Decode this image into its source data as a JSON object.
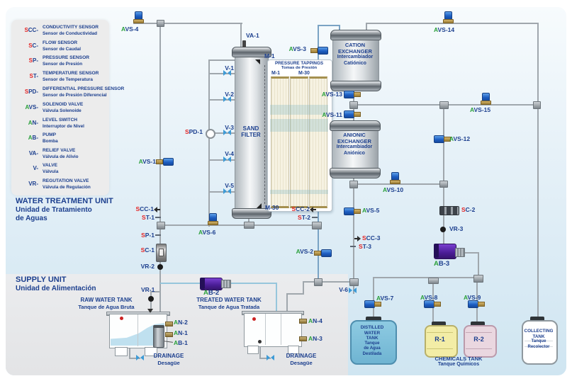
{
  "colors": {
    "navy": "#1c3f8e",
    "red": "#e32526",
    "green": "#2ba03c",
    "pipe_gray": "#a0a7ad",
    "pipe_blue": "#7aa3c4",
    "pipe_lightblue": "#96c6dc",
    "valve_blue": "#1d5ec2",
    "brass": "#9c7d33",
    "pump_purple": "#4a1d96",
    "panel_blue": "#cfe5f1",
    "panel_gray": "#ebecee",
    "water": "#bfe0ef",
    "tank_distilled": "#7ec2dd",
    "tank_r1": "#f3eda6",
    "tank_r2": "#ead7e0"
  },
  "sections": {
    "water_treatment": {
      "line1": "WATER TREATMENT UNIT",
      "line2": "Unidad de Tratamiento",
      "line3": "de Aguas"
    },
    "supply": {
      "line1": "SUPPLY UNIT",
      "line2": "Unidad de Alimentación"
    }
  },
  "legend": {
    "items": [
      {
        "key": "SCC-",
        "name": "CONDUCTIVITY SENSOR",
        "sub": "Sensor de Conductividad"
      },
      {
        "key": "SC-",
        "name": "FLOW SENSOR",
        "sub": "Sensor de Caudal"
      },
      {
        "key": "SP-",
        "name": "PRESSURE SENSOR",
        "sub": "Sensor de Presión"
      },
      {
        "key": "ST-",
        "name": "TEMPERATURE SENSOR",
        "sub": "Sensor de Temperatura"
      },
      {
        "key": "SPD-",
        "name": "DIFFERENTIAL PRESSURE SENSOR",
        "sub": "Sensor de Presión Diferencial"
      },
      {
        "key": "AVS-",
        "name": "SOLENOID VALVE",
        "sub": "Válvula Solenoide"
      },
      {
        "key": "AN-",
        "name": "LEVEL SWITCH",
        "sub": "Interruptor de Nivel"
      },
      {
        "key": "AB-",
        "name": "PUMP",
        "sub": "Bomba"
      },
      {
        "key": "VA-",
        "name": "RELIEF VALVE",
        "sub": "Válvula de Alivio"
      },
      {
        "key": "V-",
        "name": "VALVE",
        "sub": "Válvula"
      },
      {
        "key": "VR-",
        "name": "REGUTATION VALVE",
        "sub": "Válvula de Regulación"
      }
    ]
  },
  "filter": {
    "line1": "SAND",
    "line2": "FILTER"
  },
  "tappings_panel": {
    "title": "PRESSURE TAPPINGS",
    "subtitle": "Tomas de Presión",
    "left_label": "M-1",
    "right_label": "M-30"
  },
  "vessels": {
    "cation": {
      "l1": "CATION",
      "l2": "EXCHANGER",
      "l3": "Intercambiador",
      "l4": "Catiónico"
    },
    "anionic": {
      "l1": "ANIONIC",
      "l2": "EXCHANGER",
      "l3": "Intercambiador",
      "l4": "Aniónico"
    }
  },
  "tanks": {
    "raw": {
      "name": "RAW WATER TANK",
      "subname": "Tanque de Agua Bruta"
    },
    "treated": {
      "name": "TREATED WATER TANK",
      "subname": "Tanque de Agua Tratada"
    },
    "distilled": {
      "l1": "DISTILLED",
      "l2": "WATER",
      "l3": "TANK",
      "l4": "Tanque",
      "l5": "de Agua",
      "l6": "Destilada"
    },
    "r1": {
      "name": "R-1"
    },
    "r2": {
      "name": "R-2"
    },
    "collecting": {
      "l1": "COLLECTING",
      "l2": "TANK",
      "l3": "Tanque",
      "l4": "Recolector"
    },
    "chemicals": {
      "name": "CHEMICALS TANK",
      "subname": "Tanque Químicos"
    }
  },
  "drainage": {
    "name": "DRAINAGE",
    "subname": "Desagüe"
  },
  "labels": {
    "avs1": "AVS-1",
    "avs2": "AVS-2",
    "avs3": "AVS-3",
    "avs4": "AVS-4",
    "avs5": "AVS-5",
    "avs6": "AVS-6",
    "avs7": "AVS-7",
    "avs8": "AVS-8",
    "avs9": "AVS-9",
    "avs10": "AVS-10",
    "avs11": "AVS-11",
    "avs12": "AVS-12",
    "avs13": "AVS-13",
    "avs14": "AVS-14",
    "avs15": "AVS-15",
    "v1": "V-1",
    "v2": "V-2",
    "v3": "V-3",
    "v4": "V-4",
    "v5": "V-5",
    "v6": "V-6",
    "va1": "VA-1",
    "vr1": "VR-1",
    "vr2": "VR-2",
    "vr3": "VR-3",
    "m1": "M-1",
    "m30": "M-30",
    "scc1": "SCC-1",
    "scc2": "SCC-2",
    "scc3": "SCC-3",
    "st1": "ST-1",
    "st2": "ST-2",
    "st3": "ST-3",
    "sp1": "SP-1",
    "sc1": "SC-1",
    "sc2": "SC-2",
    "spd1": "SPD-1",
    "an1": "AN-1",
    "an2": "AN-2",
    "an3": "AN-3",
    "an4": "AN-4",
    "ab1": "AB-1",
    "ab2": "AB-2",
    "ab3": "AB-3"
  }
}
